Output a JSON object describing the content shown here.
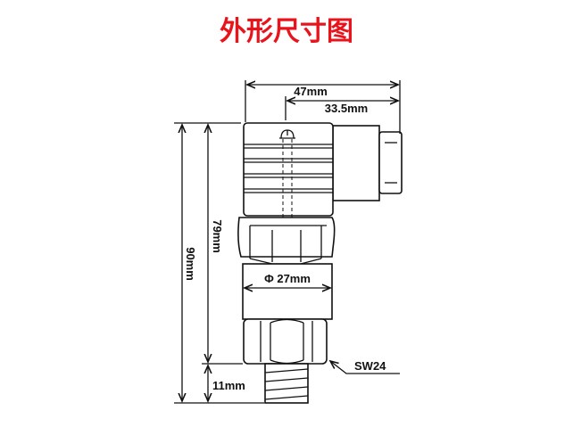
{
  "title": "外形尺寸图",
  "dimensions": {
    "overall_width": "47mm",
    "connector_offset": "33.5mm",
    "total_height": "90mm",
    "body_height": "79mm",
    "thread_length": "11mm",
    "diameter": "Φ 27mm",
    "wrench_size": "SW24"
  },
  "colors": {
    "title": "#e8141c"
  }
}
